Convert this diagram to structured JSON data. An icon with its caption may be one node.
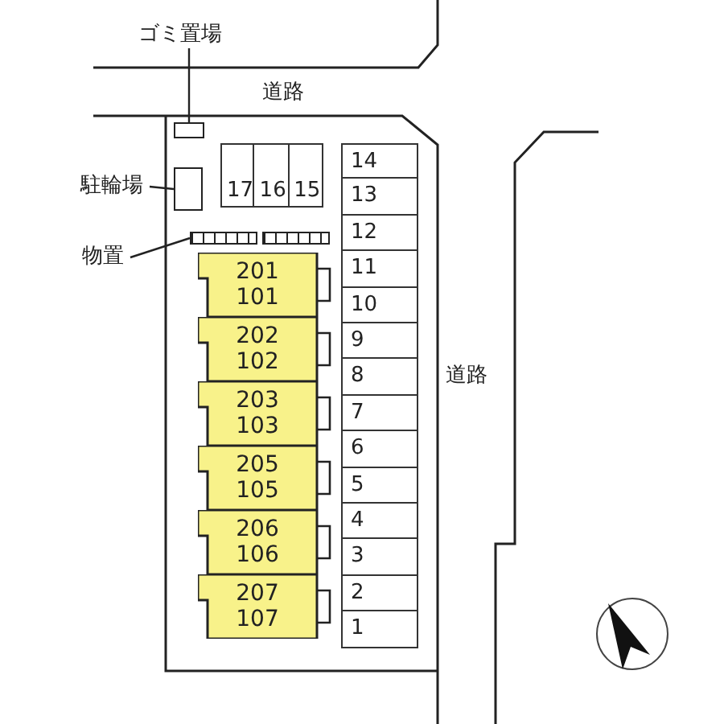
{
  "diagram": {
    "nodes": [
      {
        "text": [
          "ゴミ置場"
        ]
      },
      {
        "text": [],
        "shape": "box"
      },
      {
        "text": [
          "駐輪場"
        ]
      },
      {
        "text": [],
        "shape": "box"
      },
      {
        "text": [
          "物置"
        ]
      },
      {
        "text": [],
        "shape": "box"
      },
      {
        "text": [],
        "shape": "box"
      },
      {
        "text": [
          "17"
        ]
      },
      {
        "text": [
          "16"
        ]
      },
      {
        "text": [
          "15"
        ]
      },
      {
        "text": [
          "14"
        ]
      },
      {
        "text": [
          "13"
        ]
      },
      {
        "text": [
          "12"
        ]
      },
      {
        "text": [
          "11"
        ]
      },
      {
        "text": [
          "10"
        ]
      },
      {
        "text": [
          "9"
        ]
      },
      {
        "text": [
          "8"
        ]
      },
      {
        "text": [
          "7"
        ]
      },
      {
        "text": [
          "6"
        ]
      },
      {
        "text": [
          "5"
        ]
      },
      {
        "text": [
          "4"
        ]
      },
      {
        "text": [
          "3"
        ]
      },
      {
        "text": [
          "2"
        ]
      },
      {
        "text": [
          "1"
        ]
      },
      {
        "text": [
          "201",
          "101"
        ]
      },
      {
        "text": [
          "202",
          "102"
        ]
      },
      {
        "text": [
          "203",
          "103"
        ]
      },
      {
        "text": [
          "205",
          "105"
        ]
      },
      {
        "text": [
          "206",
          "106"
        ]
      },
      {
        "text": [
          "207",
          "107"
        ]
      }
    ],
    "edges": [
      {
        "from": 0,
        "to": 1,
        "arrow": "none"
      },
      {
        "from": 2,
        "to": 3,
        "arrow": "none"
      },
      {
        "from": 4,
        "to": 5,
        "arrow": "none"
      }
    ],
    "labels": [
      "道路",
      "道路"
    ]
  }
}
